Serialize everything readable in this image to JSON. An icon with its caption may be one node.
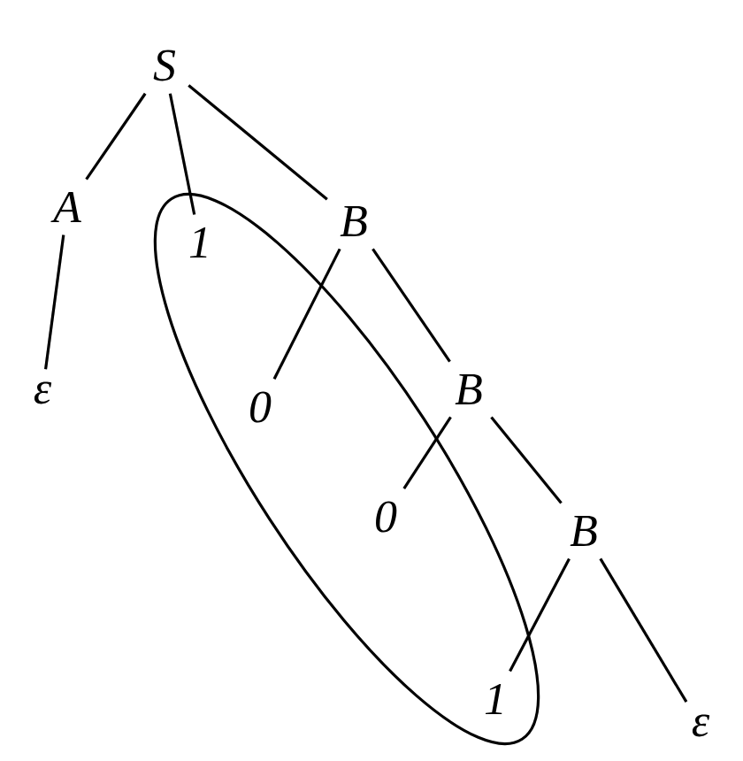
{
  "diagram": {
    "nodes": [
      {
        "text": [
          "S"
        ]
      },
      {
        "text": [
          "A"
        ]
      },
      {
        "text": [
          "1"
        ]
      },
      {
        "text": [
          "B"
        ]
      },
      {
        "text": [
          "ε"
        ]
      },
      {
        "text": [
          "0"
        ]
      },
      {
        "text": [
          "B"
        ]
      },
      {
        "text": [
          "0"
        ]
      },
      {
        "text": [
          "B"
        ]
      },
      {
        "text": [
          "1"
        ]
      },
      {
        "text": [
          "ε"
        ]
      }
    ],
    "edges": [
      {
        "from": 0,
        "to": 1,
        "arrow": "none"
      },
      {
        "from": 0,
        "to": 2,
        "arrow": "none"
      },
      {
        "from": 0,
        "to": 3,
        "arrow": "none"
      },
      {
        "from": 1,
        "to": 4,
        "arrow": "none"
      },
      {
        "from": 3,
        "to": 5,
        "arrow": "none"
      },
      {
        "from": 3,
        "to": 6,
        "arrow": "none"
      },
      {
        "from": 6,
        "to": 7,
        "arrow": "none"
      },
      {
        "from": 6,
        "to": 8,
        "arrow": "none"
      },
      {
        "from": 8,
        "to": 9,
        "arrow": "none"
      },
      {
        "from": 8,
        "to": 10,
        "arrow": "none"
      }
    ]
  }
}
